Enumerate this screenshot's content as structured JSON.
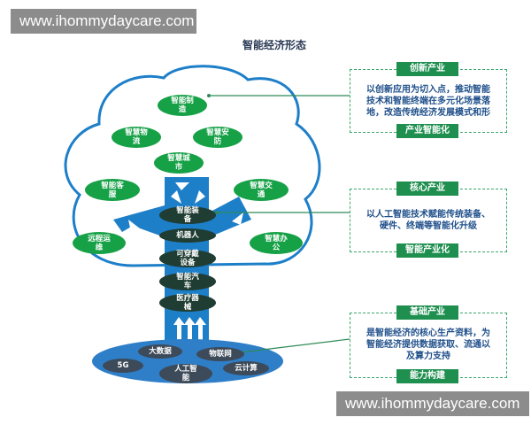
{
  "watermark": "www.ihommydaycare.com",
  "title": "智能经济形态",
  "leaves": [
    {
      "id": "leaf-manufacturing",
      "label": "智能制\n造"
    },
    {
      "id": "leaf-logistics",
      "label": "智慧物\n流"
    },
    {
      "id": "leaf-security",
      "label": "智慧安\n防"
    },
    {
      "id": "leaf-city",
      "label": "智慧城\n市"
    },
    {
      "id": "leaf-customer-service",
      "label": "智能客\n服"
    },
    {
      "id": "leaf-transport",
      "label": "智慧交\n通"
    },
    {
      "id": "leaf-remote-ops",
      "label": "远程运\n维"
    },
    {
      "id": "leaf-office",
      "label": "智慧办\n公"
    }
  ],
  "trunk_bands": [
    {
      "id": "band-equipment",
      "label": "智能装\n备"
    },
    {
      "id": "band-robot",
      "label": "机器人"
    },
    {
      "id": "band-wearable",
      "label": "可穿戴\n设备"
    },
    {
      "id": "band-car",
      "label": "智能汽\n车"
    },
    {
      "id": "band-medical",
      "label": "医疗器\n械"
    }
  ],
  "roots": [
    {
      "id": "root-bigdata",
      "label": "大数据"
    },
    {
      "id": "root-iot",
      "label": "物联网"
    },
    {
      "id": "root-5g",
      "label": "5G"
    },
    {
      "id": "root-ai",
      "label": "人工智\n能"
    },
    {
      "id": "root-cloud",
      "label": "云计算"
    }
  ],
  "panels": [
    {
      "id": "panel-innovation",
      "top_tag": "创新产业",
      "text": "以创新应用为切入点，推动智能\n技术和智能终端在多元化场景落\n地，改造传统经济发展模式和形",
      "bottom_tag": "产业智能化"
    },
    {
      "id": "panel-core",
      "top_tag": "核心产业",
      "text": "以人工智能技术赋能传统装备、\n硬件、终端等智能化升级",
      "bottom_tag": "智能产业化"
    },
    {
      "id": "panel-foundation",
      "top_tag": "基础产业",
      "text": "是智能经济的核心生产资料，为\n智能经济提供数据获取、流通以\n及算力支持",
      "bottom_tag": "能力构建"
    }
  ],
  "colors": {
    "canopy_border": "#1e7fc9",
    "leaf": "#17a147",
    "trunk": "#1e7fc9",
    "band": "#1f3d33",
    "connector": "#2e8b57",
    "panel_border": "#3aa76d"
  }
}
